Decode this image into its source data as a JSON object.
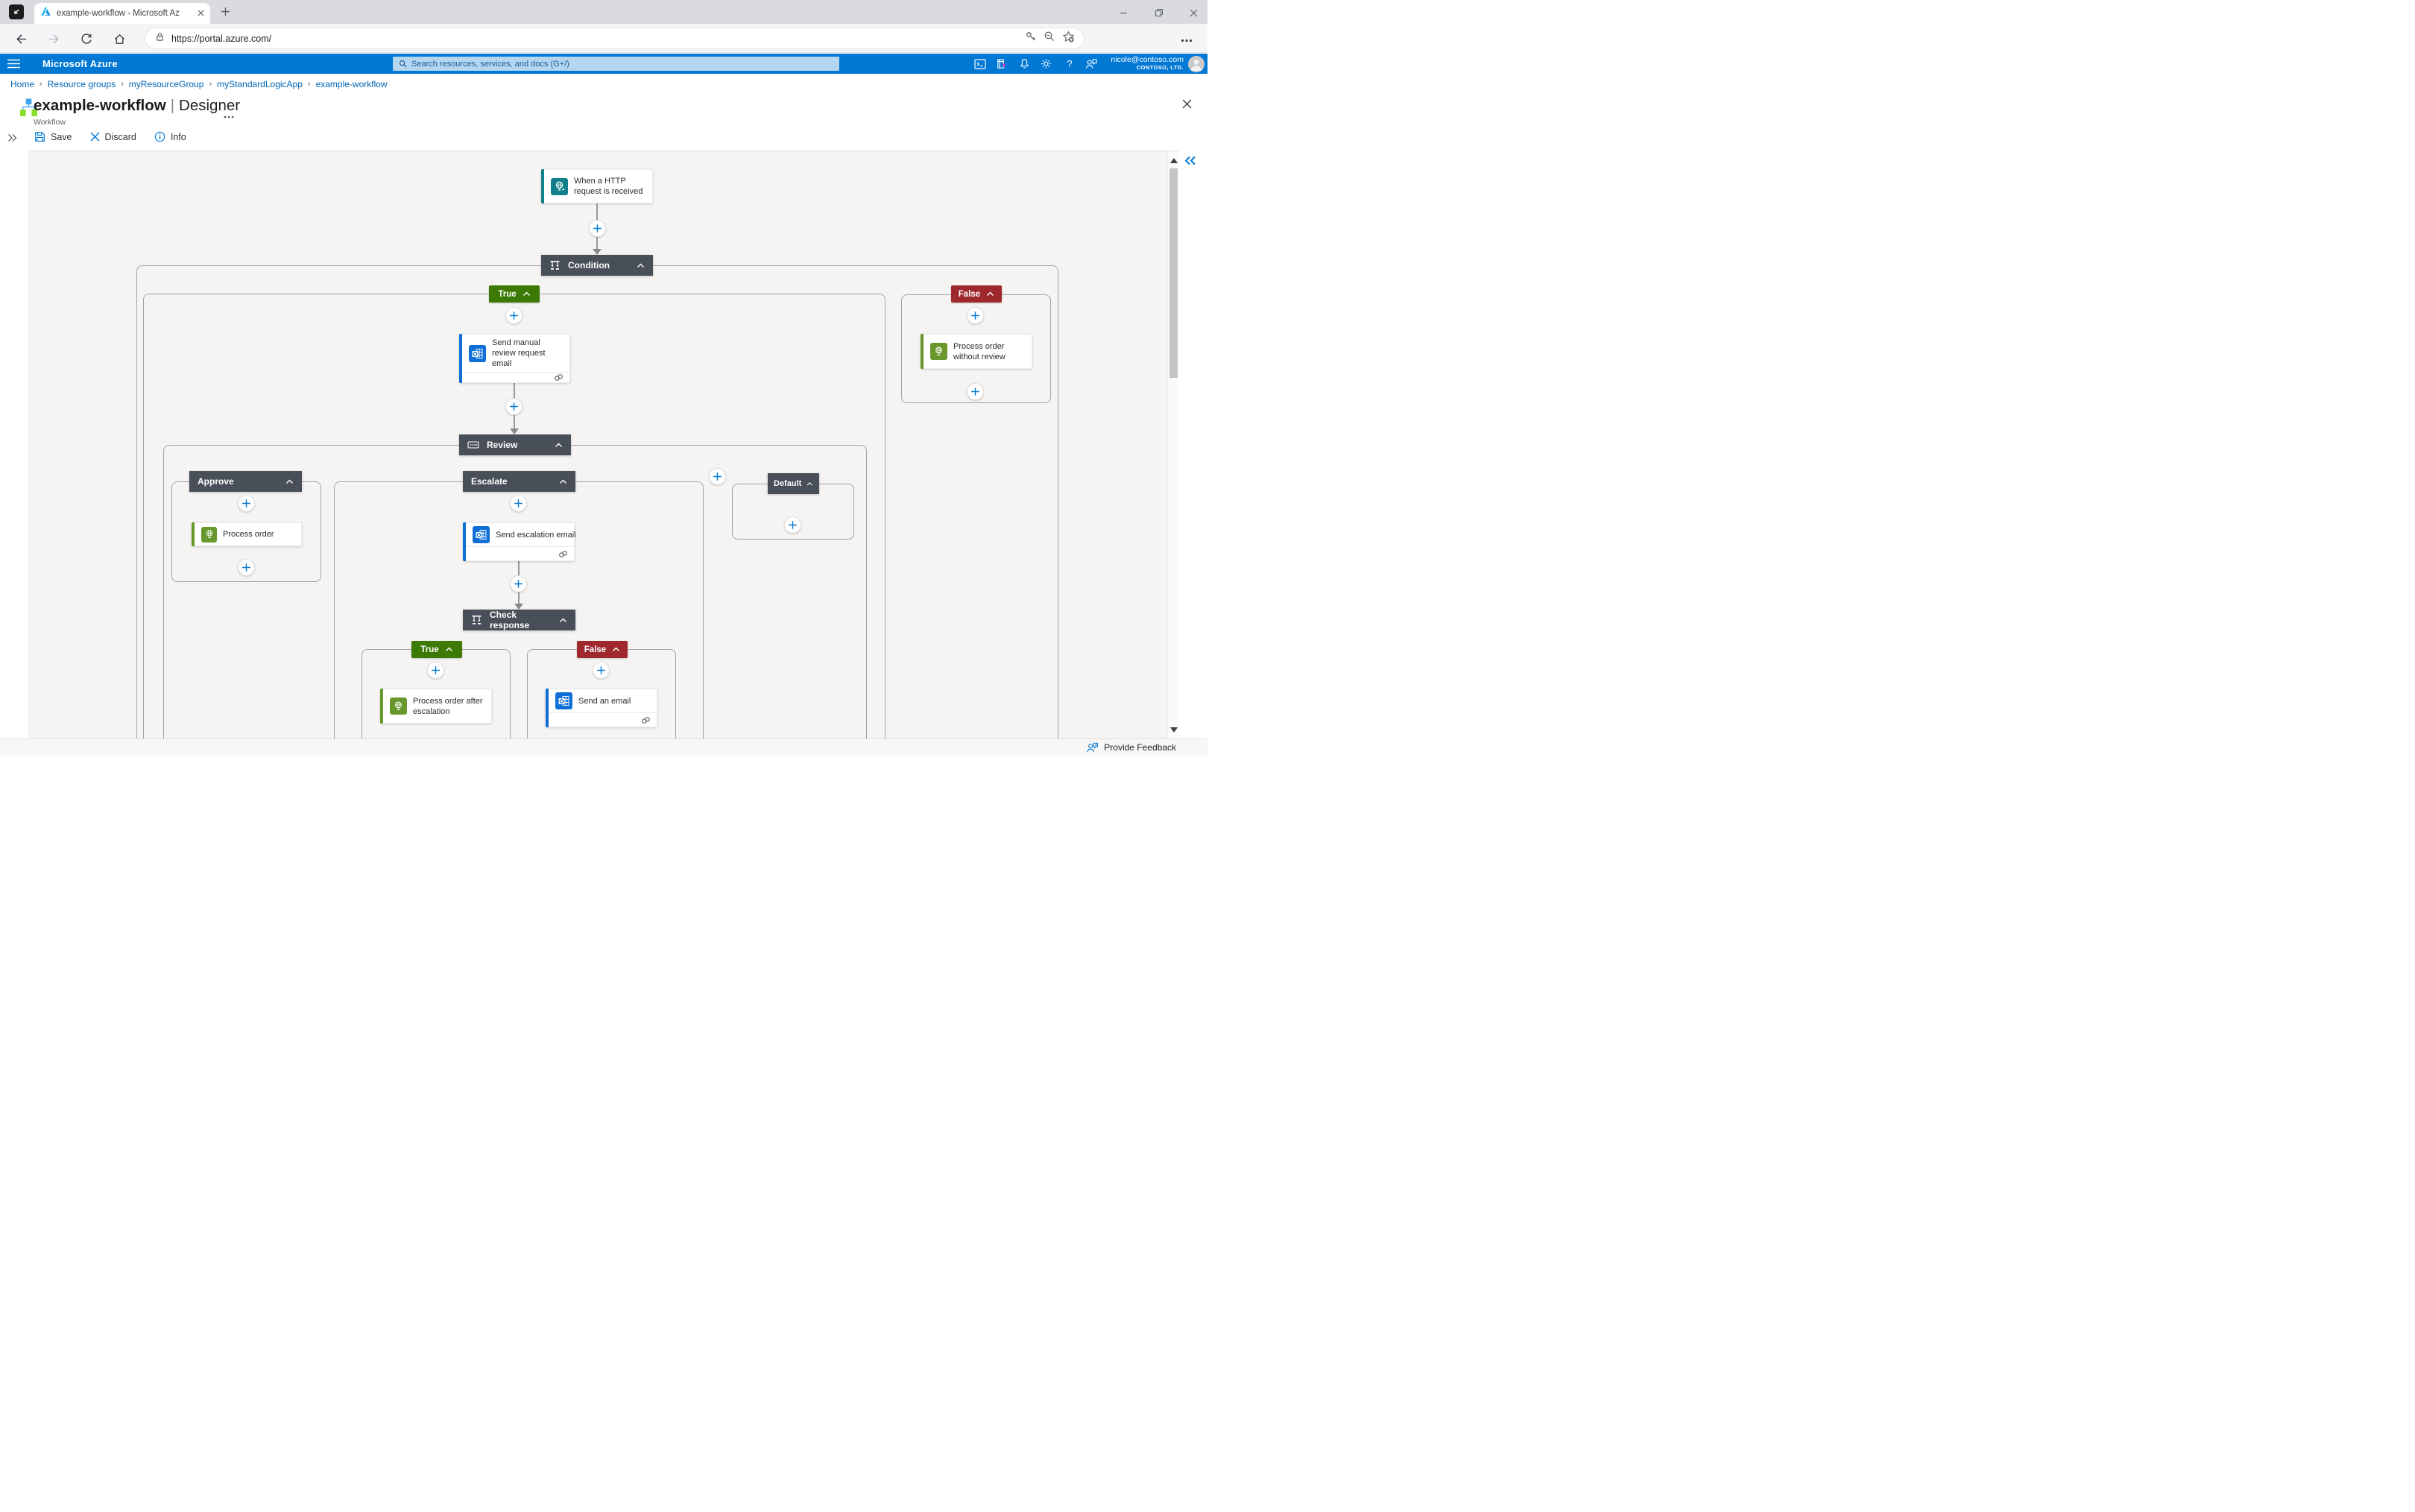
{
  "browser": {
    "tab_title": "example-workflow - Microsoft Az",
    "url": "https://portal.azure.com/"
  },
  "azure_header": {
    "brand": "Microsoft Azure",
    "search_placeholder": "Search resources, services, and docs (G+/)",
    "account_email": "nicole@contoso.com",
    "account_org": "CONTOSO, LTD."
  },
  "breadcrumb": {
    "separator": "›",
    "items": [
      "Home",
      "Resource groups",
      "myResourceGroup",
      "myStandardLogicApp",
      "example-workflow"
    ]
  },
  "page": {
    "title": "example-workflow",
    "separator": "|",
    "view": "Designer",
    "subtitle": "Workflow"
  },
  "command_bar": {
    "save": "Save",
    "discard": "Discard",
    "info": "Info"
  },
  "workflow": {
    "trigger_label": "When a HTTP request is received",
    "condition_label": "Condition",
    "true_label": "True",
    "false_label": "False",
    "send_manual_review_label": "Send manual review request email",
    "process_order_without_review_label": "Process order without review",
    "switch_label": "Review",
    "case_approve_label": "Approve",
    "case_escalate_label": "Escalate",
    "case_default_label": "Default",
    "process_order_label": "Process order",
    "send_escalation_email_label": "Send escalation email",
    "check_response_label": "Check response",
    "check_true_label": "True",
    "check_false_label": "False",
    "process_order_after_escalation_label": "Process order after escalation",
    "send_an_email_label": "Send an email"
  },
  "footer": {
    "feedback_label": "Provide Feedback"
  },
  "colors": {
    "azure_blue": "#0078d4",
    "node_header_dark": "#484f58",
    "true_green": "#3c7a05",
    "false_red": "#9f282d",
    "http_teal": "#11808a",
    "http_green": "#68972c",
    "outlook_blue": "#0f6fd6",
    "canvas_bg": "#f5f4f2"
  }
}
